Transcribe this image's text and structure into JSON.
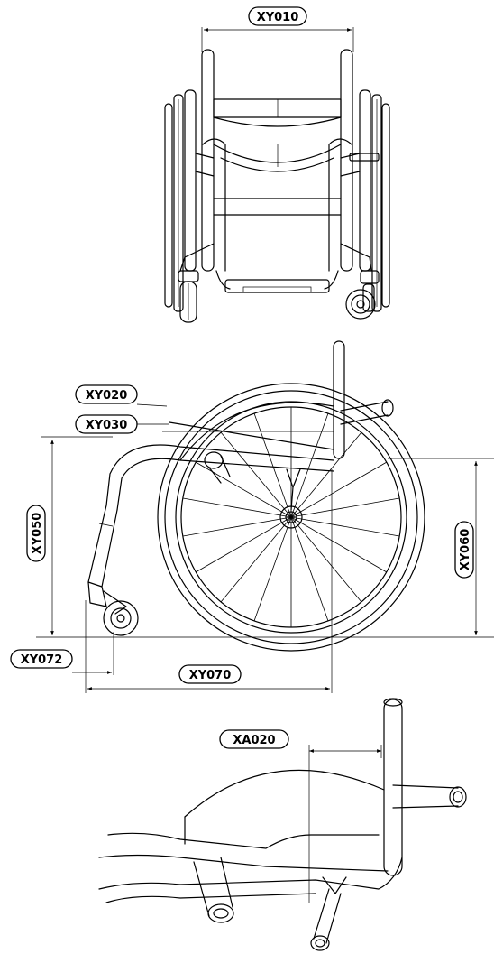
{
  "labels": {
    "xy010": "XY010",
    "xy020": "XY020",
    "xy030": "XY030",
    "xy050": "XY050",
    "xy060": "XY060",
    "xy070": "XY070",
    "xy072": "XY072",
    "xa020": "XA020"
  },
  "views": [
    "front-view",
    "side-view",
    "detail-view"
  ]
}
